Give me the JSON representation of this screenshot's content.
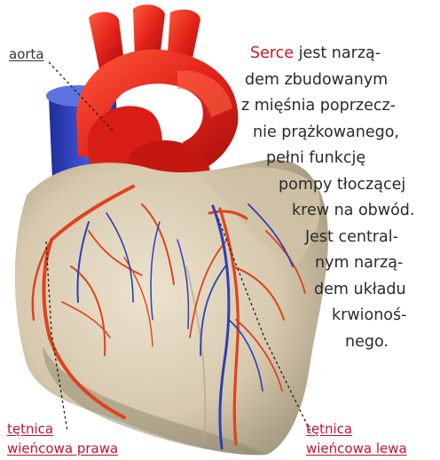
{
  "labels": {
    "aorta": "aorta",
    "right_coronary_line1": "tętnica",
    "right_coronary_line2": "wieńcowa prawa",
    "left_coronary_line1": "tętnica",
    "left_coronary_line2": "wieńcowa lewa"
  },
  "description": {
    "term": "Serce",
    "lines": [
      " jest narzą-",
      "dem zbudowanym",
      "z mięśnia poprzecz-",
      "nie prążkowanego,",
      "pełni funkcję",
      "pompy tłoczącej",
      "krew na obwód.",
      "Jest central-",
      "nym narzą-",
      "dem układu",
      "krwionoś-",
      "nego."
    ]
  },
  "colors": {
    "label_link": "#c8102e",
    "artery": "#e0421c",
    "vein": "#2f3fb0",
    "muscle": "#d8ccb4",
    "aorta": "#e3241a"
  }
}
